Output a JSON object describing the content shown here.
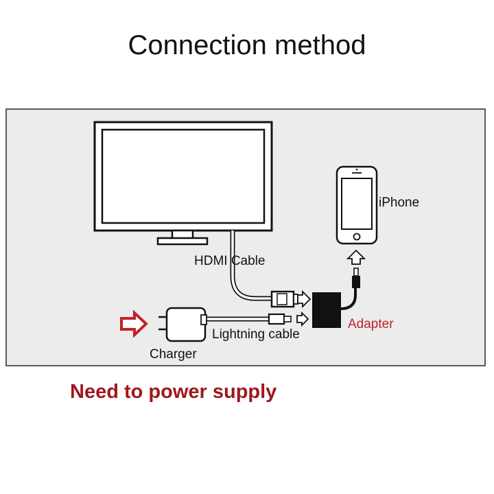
{
  "title": "Connection method",
  "labels": {
    "hdmi_cable": "HDMI  Cable",
    "iphone": "iPhone",
    "adapter": "Adapter",
    "lightning_cable": "Lightning cable",
    "charger": "Charger"
  },
  "footer_note": "Need to power supply",
  "colors": {
    "accent_red": "#c0222b",
    "footer_red": "#a0171b",
    "panel_bg": "#ececec",
    "line": "#111111"
  }
}
